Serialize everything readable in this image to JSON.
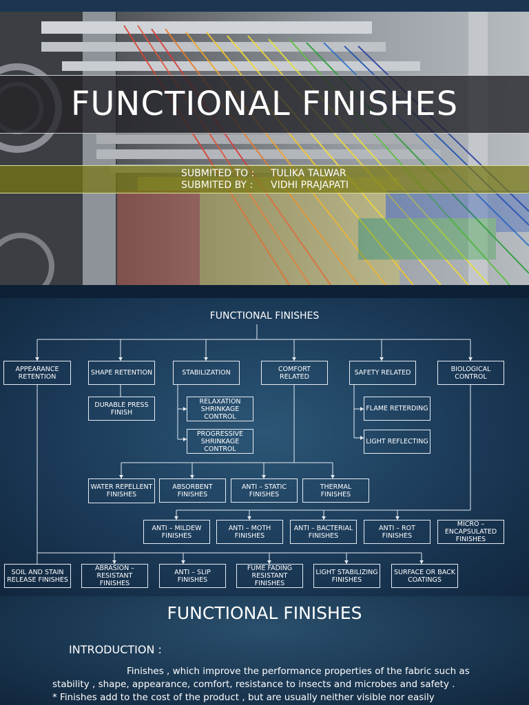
{
  "slide1": {
    "title": "FUNCTIONAL FINISHES",
    "submitted_to_label": "SUBMITED TO :",
    "submitted_to_value": "TULIKA TALWAR",
    "submitted_by_label": "SUBMITED BY :",
    "submitted_by_value": "VIDHI PRAJAPATI"
  },
  "diagram": {
    "title": "FUNCTIONAL FINISHES",
    "top_categories": [
      "APPEARANCE RETENTION",
      "SHAPE RETENTION",
      "STABILIZATION",
      "COMFORT RELATED",
      "SAFETY RELATED",
      "BIOLOGICAL CONTROL"
    ],
    "shape_children": [
      "DURABLE PRESS FINISH"
    ],
    "stabilization_children": [
      "RELAXATION SHRINKAGE CONTROL",
      "PROGRESSIVE SHRINKAGE CONTROL"
    ],
    "safety_children": [
      "FLAME RETERDING",
      "LIGHT REFLECTING"
    ],
    "comfort_children": [
      "WATER REPELLENT FINISHES",
      "ABSORBENT FINISHES",
      "ANTI – STATIC FINISHES",
      "THERMAL FINISHES"
    ],
    "biological_children": [
      "ANTI – MILDEW FINISHES",
      "ANTI – MOTH FINISHES",
      "ANTI – BACTERIAL FINISHES",
      "ANTI – ROT FINISHES",
      "MICRO – ENCAPSULATED FINISHES"
    ],
    "appearance_children": [
      "SOIL AND STAIN RELEASE FINISHES",
      "ABRASION – RESISTANT FINISHES",
      "ANTI – SLIP FINISHES",
      "FUME FADING RESISTANT FINISHES",
      "LIGHT STABILIZING FINISHES",
      "SURFACE OR BACK COATINGS"
    ]
  },
  "slide3": {
    "title": "FUNCTIONAL FINISHES",
    "intro_heading": "INTRODUCTION  :",
    "para1": "Finishes , which improve the performance properties of the fabric such as stability , shape, appearance, comfort, resistance to insects and microbes and safety .",
    "para2": "*  Finishes add to the cost of the product , but are usually neither visible nor easily identifiable in use .      *  Finishing process are carried out to improve the natural  properties or"
  }
}
